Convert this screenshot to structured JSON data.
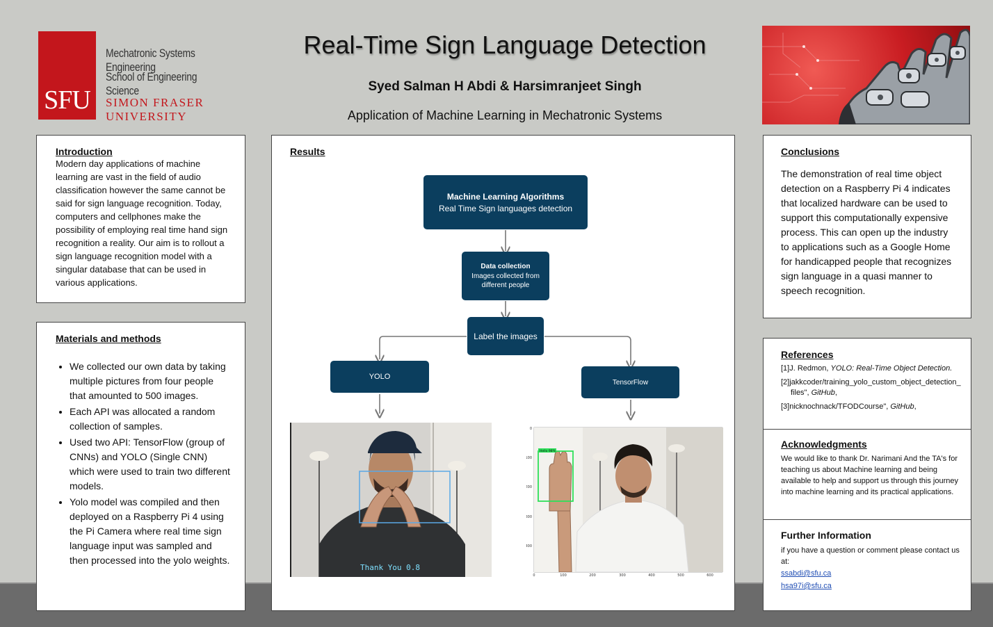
{
  "header": {
    "logo": {
      "mark": "SFU",
      "line1": "Mechatronic Systems Engineering",
      "line2": "School of Engineering Science",
      "line3": "SIMON FRASER UNIVERSITY"
    },
    "title": "Real-Time Sign Language Detection",
    "authors": "Syed Salman H Abdi & Harsimranjeet Singh",
    "subtitle": "Application of Machine Learning in Mechatronic Systems"
  },
  "introduction": {
    "heading": "Introduction",
    "body": "Modern day applications of machine learning are vast in the field of audio classification however the same cannot be said for sign language recognition. Today, computers and cellphones make the possibility of employing real time hand sign recognition a reality. Our aim is to rollout a sign language recognition model with a singular database that can be used in various applications."
  },
  "methods": {
    "heading": "Materials and methods",
    "items": [
      "We collected our own data by taking multiple pictures from four people that amounted to 500 images.",
      "Each API was allocated a random collection of samples.",
      "Used two API: TensorFlow (group of CNNs) and YOLO (Single CNN) which were used to train two different models.",
      "Yolo model was compiled and then deployed on a Raspberry Pi 4 using the Pi Camera where real time sign language input was sampled and then processed into the yolo weights."
    ]
  },
  "results": {
    "heading": "Results",
    "flow": {
      "top_title": "Machine Learning Algorithms",
      "top_sub": "Real Time Sign languages detection",
      "data_title": "Data collection",
      "data_sub": "Images collected from different people",
      "label": "Label the images",
      "left": "YOLO",
      "right": "TensorFlow"
    },
    "photo1_caption": "Thank You 0.8",
    "photo2_box_label": "Hello 98%",
    "photo2_axes": {
      "x_ticks": [
        "0",
        "100",
        "200",
        "300",
        "400",
        "500",
        "600"
      ],
      "y_ticks": [
        "0",
        "100",
        "200",
        "300",
        "400"
      ]
    }
  },
  "conclusions": {
    "heading": "Conclusions",
    "body": "The demonstration of real time object detection on a Raspberry Pi 4 indicates that localized hardware can be used to support this computationally expensive process. This can open up the industry to applications such as a Google Home for handicapped people that recognizes sign language in a quasi manner to speech recognition."
  },
  "references": {
    "heading": "References",
    "r1_pre": "[1]J. Redmon, ",
    "r1_em": "YOLO: Real-Time Object Detection.",
    "r2_pre": "[2]jakkcoder/training_yolo_custom_object_detection_files\", ",
    "r2_em": "GitHub",
    "r2_post": ",",
    "r3_pre": "[3]nicknochnack/TFODCourse\", ",
    "r3_em": "GitHub",
    "r3_post": ","
  },
  "acknowledgments": {
    "heading": "Acknowledgments",
    "body": "We would like to thank Dr. Narimani  And the TA's for teaching us about Machine learning and being available to help and support us through this journey into machine learning and its practical applications."
  },
  "further": {
    "heading": "Further Information",
    "body": "if you have a question or comment please contact us at:",
    "email1": "ssabdi@sfu.ca",
    "email2": "hsa97i@sfu.ca"
  },
  "colors": {
    "flow_box": "#0b3e5e",
    "sfu_red": "#c3161c",
    "detection_box_green": "#2ee05a",
    "detection_box_blue": "#5aa8e6"
  }
}
